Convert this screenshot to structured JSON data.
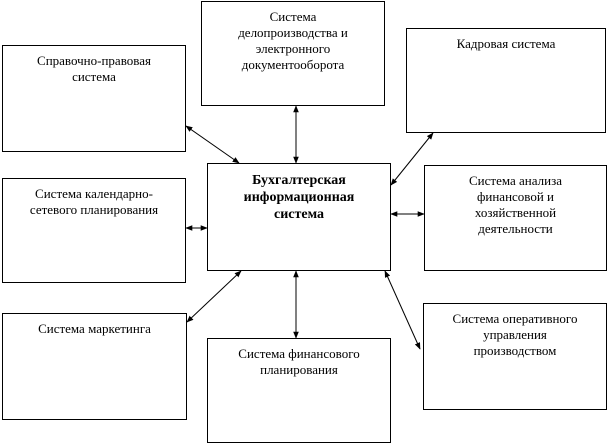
{
  "diagram": {
    "center": "Бухгалтерская\nинформационная\nсистема",
    "nodes": {
      "legal": "Справочно-правовая\nсистема",
      "docflow": "Система\nделопроизводства и\nэлектронного\nдокументооборота",
      "hr": "Кадровая система",
      "calendar": "Система календарно-\nсетевого планирования",
      "analysis": "Система анализа\nфинансовой и\nхозяйственной\nдеятельности",
      "marketing": "Система маркетинга",
      "finplan": "Система финансового\nпланирования",
      "ops": "Система оперативного\nуправления\nпроизводством"
    },
    "connections": [
      {
        "from": "center",
        "to": "legal",
        "type": "bidirectional"
      },
      {
        "from": "center",
        "to": "docflow",
        "type": "bidirectional"
      },
      {
        "from": "center",
        "to": "hr",
        "type": "bidirectional"
      },
      {
        "from": "center",
        "to": "calendar",
        "type": "bidirectional"
      },
      {
        "from": "center",
        "to": "analysis",
        "type": "bidirectional"
      },
      {
        "from": "center",
        "to": "marketing",
        "type": "bidirectional"
      },
      {
        "from": "center",
        "to": "finplan",
        "type": "bidirectional"
      },
      {
        "from": "center",
        "to": "ops",
        "type": "bidirectional"
      }
    ]
  }
}
